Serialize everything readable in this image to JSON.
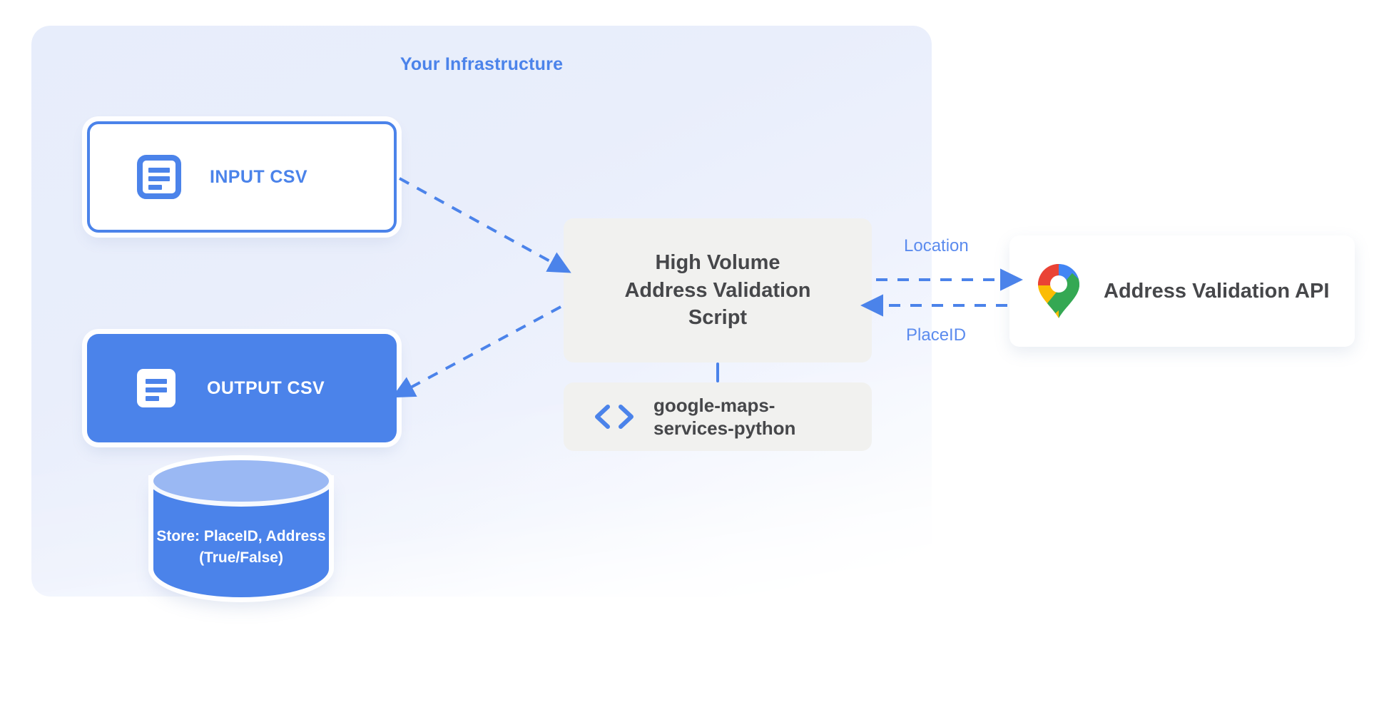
{
  "diagram": {
    "title": "Your Infrastructure",
    "accent_blue": "#4B83EA",
    "panel_bg": "#E7EDFB",
    "card_gray": "#F1F1EF",
    "text_dark": "#46474A"
  },
  "nodes": {
    "input_csv": {
      "label": "INPUT CSV",
      "icon": "document-icon"
    },
    "output_csv": {
      "label": "OUTPUT CSV",
      "icon": "document-icon"
    },
    "database": {
      "label": "Store: PlaceID,\nAddress\n(True/False)",
      "icon": "database-cylinder-icon"
    },
    "script": {
      "label": "High Volume\nAddress Validation\nScript"
    },
    "library": {
      "label": "google-maps-\nservices-python",
      "icon": "code-brackets-icon"
    },
    "api": {
      "label": "Address Validation API",
      "icon": "google-maps-pin-icon"
    }
  },
  "edges": [
    {
      "id": "input-to-script",
      "label": "",
      "direction": "right"
    },
    {
      "id": "script-to-output",
      "label": "",
      "direction": "left"
    },
    {
      "id": "script-to-api",
      "label": "Location",
      "direction": "right"
    },
    {
      "id": "api-to-script",
      "label": "PlaceID",
      "direction": "left"
    }
  ],
  "edge_labels": {
    "location": "Location",
    "placeid": "PlaceID"
  }
}
